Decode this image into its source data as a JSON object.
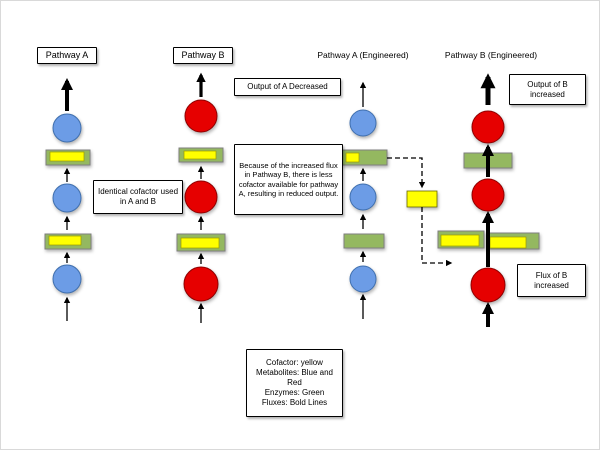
{
  "labels": {
    "pathway_a": "Pathway A",
    "pathway_b": "Pathway B",
    "pathway_a_eng": "Pathway A (Engineered)",
    "pathway_b_eng": "Pathway B (Engineered)"
  },
  "callouts": {
    "output_a_decreased": "Output of A Decreased",
    "output_b_increased": "Output of B increased",
    "identical_cofactor": "Identical cofactor used in A and B",
    "flux_explanation": "Because of the increased flux in Pathway B, there is less cofactor available for pathway A, resulting in reduced output.",
    "flux_b_increased": "Flux of B increased"
  },
  "legend": {
    "text": "Cofactor: yellow\nMetabolites: Blue and Red\nEnzymes: Green\nFluxes: Bold Lines"
  },
  "colors": {
    "metabolite_blue": "#6c9ce6",
    "metabolite_red": "#e60000",
    "enzyme_green": "#94b860",
    "cofactor_yellow": "#ffff00",
    "line_black": "#000000"
  }
}
